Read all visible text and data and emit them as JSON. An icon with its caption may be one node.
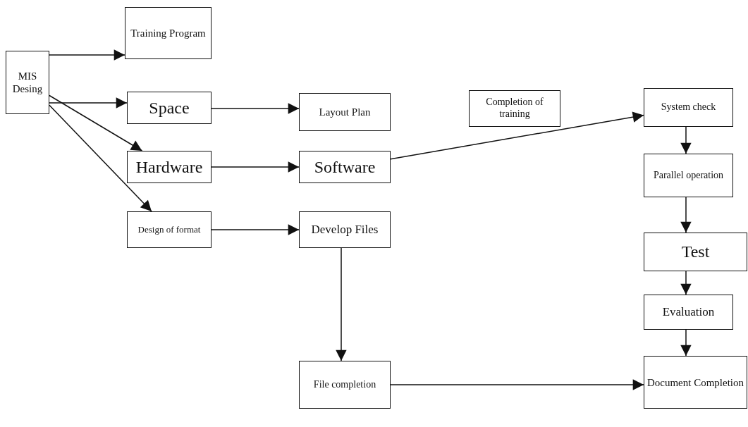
{
  "diagram": {
    "nodes": [
      {
        "text": [
          "MIS Desing"
        ]
      },
      {
        "text": [
          "Training Program"
        ]
      },
      {
        "text": [
          "Space"
        ]
      },
      {
        "text": [
          "Layout Plan"
        ]
      },
      {
        "text": [
          "Completion of training"
        ]
      },
      {
        "text": [
          "System check"
        ]
      },
      {
        "text": [
          "Hardware"
        ]
      },
      {
        "text": [
          "Software"
        ]
      },
      {
        "text": [
          "Parallel operation"
        ]
      },
      {
        "text": [
          "Design of format"
        ]
      },
      {
        "text": [
          "Develop Files"
        ]
      },
      {
        "text": [
          "Test"
        ]
      },
      {
        "text": [
          "Evaluation"
        ]
      },
      {
        "text": [
          "File completion"
        ]
      },
      {
        "text": [
          "Document Completion"
        ]
      }
    ],
    "edges": [
      {
        "from": 0,
        "to": 1,
        "arrow": "to"
      },
      {
        "from": 0,
        "to": 2,
        "arrow": "to"
      },
      {
        "from": 0,
        "to": 6,
        "arrow": "to"
      },
      {
        "from": 0,
        "to": 9,
        "arrow": "to"
      },
      {
        "from": 2,
        "to": 3,
        "arrow": "to"
      },
      {
        "from": 6,
        "to": 7,
        "arrow": "to"
      },
      {
        "from": 9,
        "to": 10,
        "arrow": "to"
      },
      {
        "from": 7,
        "to": 5,
        "arrow": "to"
      },
      {
        "from": 5,
        "to": 8,
        "arrow": "to"
      },
      {
        "from": 8,
        "to": 11,
        "arrow": "to"
      },
      {
        "from": 11,
        "to": 12,
        "arrow": "to"
      },
      {
        "from": 12,
        "to": 14,
        "arrow": "to"
      },
      {
        "from": 10,
        "to": 13,
        "arrow": "to"
      },
      {
        "from": 13,
        "to": 14,
        "arrow": "to"
      }
    ]
  }
}
